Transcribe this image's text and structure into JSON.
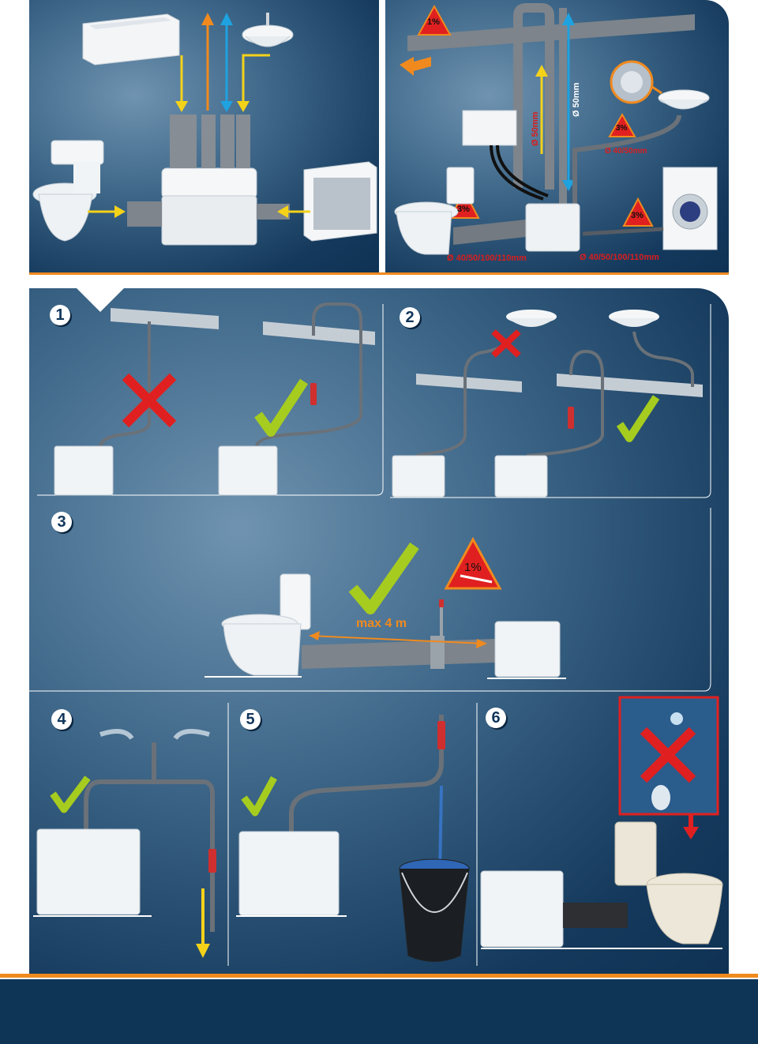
{
  "top_right": {
    "slope_small_top": "1%",
    "pipe_vertical_1": "Ø 50mm",
    "pipe_vertical_2": "Ø 50mm",
    "slope_sink": "3%",
    "pipe_sink": "Ø 40/50mm",
    "slope_toilet": "3%",
    "slope_machine": "3%",
    "pipe_toilet": "Ø 40/50/100/110mm",
    "pipe_machine": "Ø 40/50/100/110mm"
  },
  "steps": {
    "s1": "1",
    "s2": "2",
    "s3": "3",
    "s4": "4",
    "s5": "5",
    "s6": "6"
  },
  "step3": {
    "distance": "max 4 m",
    "slope": "1%"
  },
  "colors": {
    "panel_dark": "#14395c",
    "orange": "#f08a1e",
    "yellow": "#f5d21a",
    "blue_arrow": "#1ea2e0",
    "red": "#e02020",
    "green_check": "#a6cc1f",
    "footer": "#0f3556"
  }
}
